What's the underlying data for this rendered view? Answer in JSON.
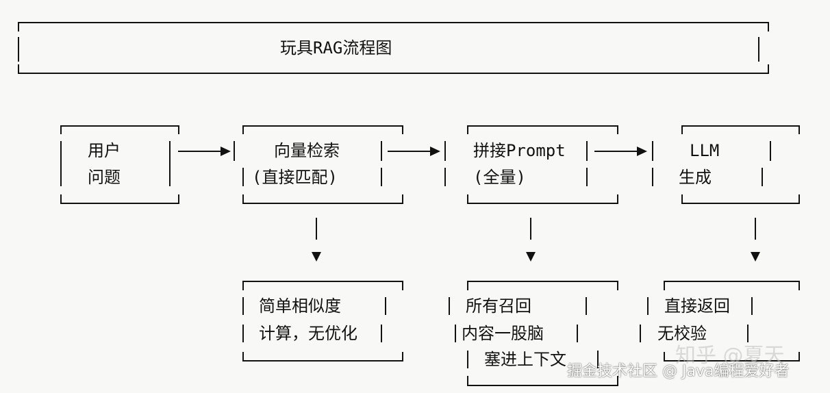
{
  "title": "玩具RAG流程图",
  "nodes": {
    "user_question": [
      "用户",
      "问题"
    ],
    "vector_search": [
      "向量检索",
      "(直接匹配)"
    ],
    "prompt_concat": [
      "拼接Prompt",
      "(全量)"
    ],
    "llm_generate": [
      "LLM",
      "生成"
    ]
  },
  "notes": {
    "vector_search": [
      "简单相似度",
      "计算，无优化"
    ],
    "prompt_concat": [
      "所有召回",
      "内容一股脑",
      "塞进上下文"
    ],
    "llm_generate": [
      "直接返回",
      "无校验"
    ]
  },
  "watermark": {
    "main": "掘金技术社区 @ Java编程爱好者",
    "faint": "知乎 @夏天"
  },
  "colors": {
    "background": "#f8f8f6",
    "stroke": "#111111"
  }
}
